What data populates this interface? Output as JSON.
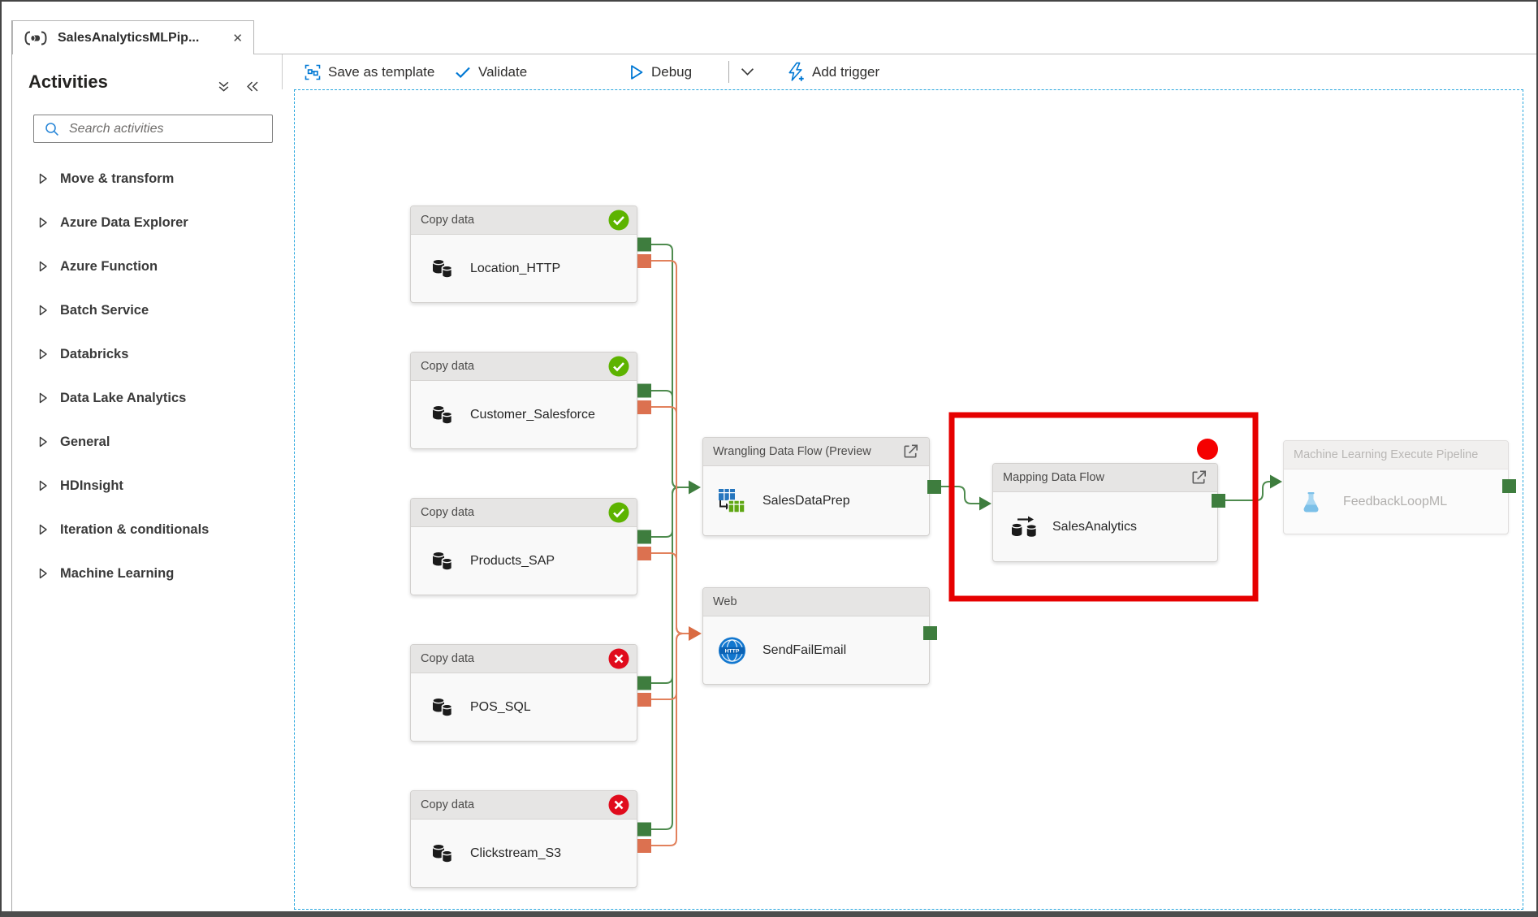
{
  "tab": {
    "title": "SalesAnalyticsMLPip...",
    "close": "✕"
  },
  "sidebar": {
    "title": "Activities",
    "search": {
      "placeholder": "Search activities"
    },
    "items": [
      "Move & transform",
      "Azure Data Explorer",
      "Azure Function",
      "Batch Service",
      "Databricks",
      "Data Lake Analytics",
      "General",
      "HDInsight",
      "Iteration & conditionals",
      "Machine Learning"
    ]
  },
  "toolbar": {
    "save_as_template": "Save as template",
    "validate": "Validate",
    "debug": "Debug",
    "add_trigger": "Add trigger"
  },
  "canvas": {
    "copy_nodes": [
      {
        "header": "Copy data",
        "label": "Location_HTTP",
        "status": "success"
      },
      {
        "header": "Copy data",
        "label": "Customer_Salesforce",
        "status": "success"
      },
      {
        "header": "Copy data",
        "label": "Products_SAP",
        "status": "success"
      },
      {
        "header": "Copy data",
        "label": "POS_SQL",
        "status": "failed"
      },
      {
        "header": "Copy data",
        "label": "Clickstream_S3",
        "status": "failed"
      }
    ],
    "wrangling": {
      "header": "Wrangling Data Flow (Preview",
      "label": "SalesDataPrep"
    },
    "web": {
      "header": "Web",
      "label": "SendFailEmail",
      "icon_text": "HTTP"
    },
    "mapping": {
      "header": "Mapping Data Flow",
      "label": "SalesAnalytics"
    },
    "ml": {
      "header": "Machine Learning Execute Pipeline",
      "label": "FeedbackLoopML"
    }
  },
  "colors": {
    "accent": "#0078d4",
    "success_green": "#5db300",
    "error_red": "#e00b1c",
    "connector_green": "#4e8b4e",
    "connector_square_green": "#3e7d3e",
    "connector_orange": "#e2815c",
    "connector_square_orange": "#dc7150",
    "highlight_red": "#e60000",
    "canvas_dash_blue": "#2aa7de"
  }
}
